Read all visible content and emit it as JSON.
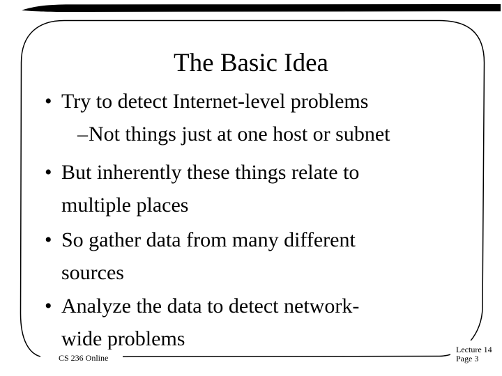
{
  "slide": {
    "title": "The Basic Idea",
    "bullets": [
      {
        "marker": "•",
        "text": "Try to detect Internet-level problems",
        "sub": {
          "marker": "–",
          "text": "Not things just at one host or subnet"
        }
      },
      {
        "marker": "•",
        "text": "But inherently these things relate to\nmultiple places"
      },
      {
        "marker": "•",
        "text": "So gather data from many different\nsources"
      },
      {
        "marker": "•",
        "text": "Analyze the data to detect network-\nwide problems"
      }
    ],
    "footer": {
      "course": "CS 236 Online",
      "lecture": "Lecture 14",
      "page": "Page 3"
    },
    "colors": {
      "background": "#ffffff",
      "ink": "#000000"
    }
  }
}
